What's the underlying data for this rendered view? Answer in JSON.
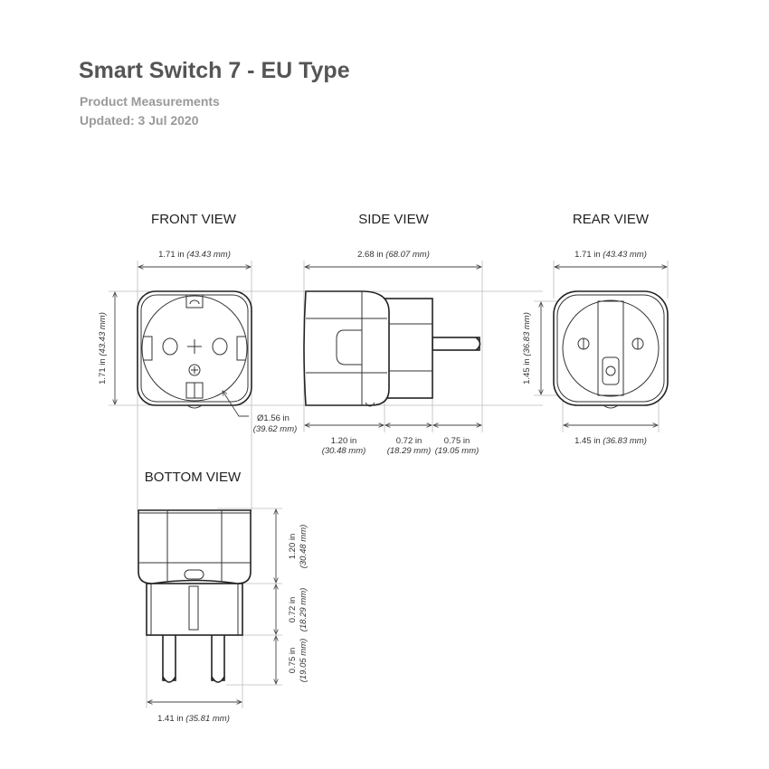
{
  "header": {
    "title": "Smart Switch 7 - EU Type",
    "subtitle": "Product Measurements",
    "updated": "Updated:  3 Jul 2020"
  },
  "views": {
    "front": {
      "label": "FRONT VIEW",
      "width_in": "1.71 in",
      "width_mm": "(43.43 mm)",
      "height_in": "1.71 in",
      "height_mm": "(43.43 mm)",
      "diameter_in": "Ø1.56 in",
      "diameter_mm": "(39.62 mm)"
    },
    "side": {
      "label": "SIDE VIEW",
      "length_in": "2.68 in",
      "length_mm": "(68.07 mm)",
      "seg1_in": "1.20 in",
      "seg1_mm": "(30.48 mm)",
      "seg2_in": "0.72 in",
      "seg2_mm": "(18.29 mm)",
      "seg3_in": "0.75 in",
      "seg3_mm": "(19.05 mm)"
    },
    "rear": {
      "label": "REAR VIEW",
      "width_in": "1.71 in",
      "width_mm": "(43.43 mm)",
      "height_in": "1.45 in",
      "height_mm": "(36.83 mm)",
      "inner_in": "1.45 in",
      "inner_mm": "(36.83 mm)"
    },
    "bottom": {
      "label": "BOTTOM VIEW",
      "seg1_in": "1.20 in",
      "seg1_mm": "(30.48 mm)",
      "seg2_in": "0.72 in",
      "seg2_mm": "(18.29 mm)",
      "seg3_in": "0.75 in",
      "seg3_mm": "(19.05 mm)",
      "width_in": "1.41 in",
      "width_mm": "(35.81 mm)"
    }
  }
}
